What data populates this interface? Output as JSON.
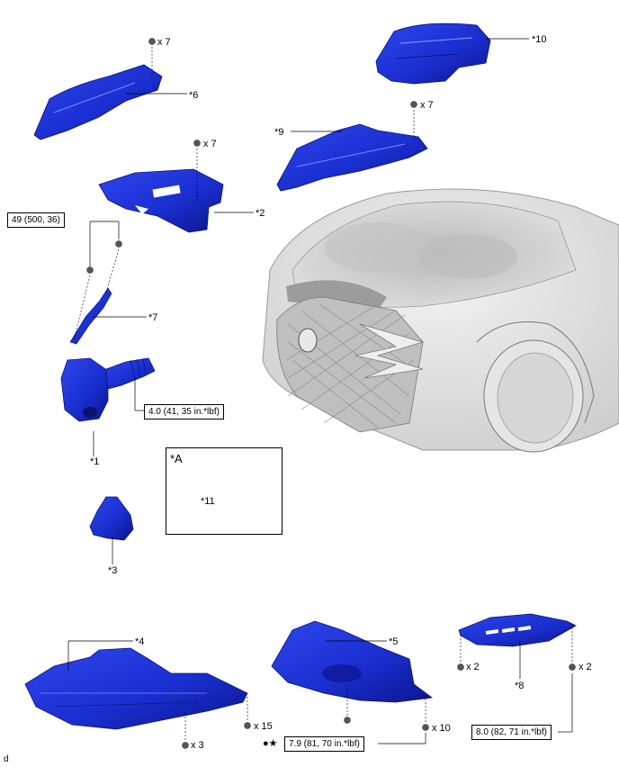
{
  "parts": {
    "p1": "*1",
    "p2": "*2",
    "p3": "*3",
    "p4": "*4",
    "p5": "*5",
    "p6": "*6",
    "p7": "*7",
    "p8": "*8",
    "p9": "*9",
    "p10": "*10",
    "p11": "*11"
  },
  "quantities": {
    "q6": "x 7",
    "q2": "x 7",
    "q9": "x 7",
    "q4a": "x 3",
    "q4b": "x 15",
    "q5": "x 10",
    "q8a": "x 2",
    "q8b": "x 2"
  },
  "torques": {
    "t7": "49 (500, 36)",
    "t1": "4.0 (41, 35 in.*lbf)",
    "t5": "7.9 (81, 70 in.*lbf)",
    "t8": "8.0 (82, 71 in.*lbf)"
  },
  "symbols": {
    "dot_star": "●★"
  },
  "inset": {
    "title": "*A"
  },
  "footer": {
    "code": "d"
  },
  "colors": {
    "part_blue": "#1a2fd0",
    "part_blue_dark": "#0b1690",
    "car_gray": "#d9d9d9"
  }
}
